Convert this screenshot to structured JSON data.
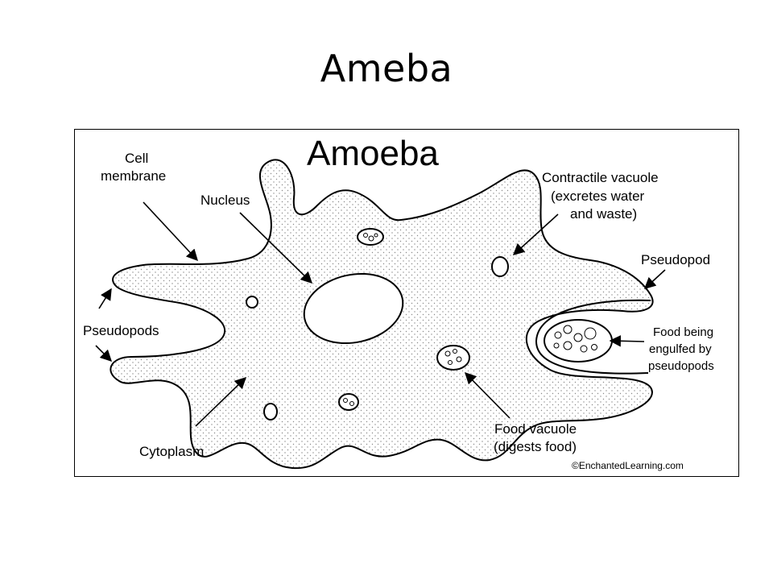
{
  "slide": {
    "title": "Ameba"
  },
  "diagram": {
    "heading": "Amoeba",
    "labels": {
      "cell_membrane": [
        "Cell",
        "membrane"
      ],
      "nucleus": "Nucleus",
      "contractile_vacuole": [
        "Contractile vacuole",
        "(excretes water",
        "and waste)"
      ],
      "pseudopod": "Pseudopod",
      "pseudopods": "Pseudopods",
      "food_engulfed": [
        "Food being",
        "engulfed by",
        "pseudopods"
      ],
      "food_vacuole": [
        "Food vacuole",
        "(digests food)"
      ],
      "cytoplasm": "Cytoplasm"
    },
    "credit": "©EnchantedLearning.com"
  }
}
